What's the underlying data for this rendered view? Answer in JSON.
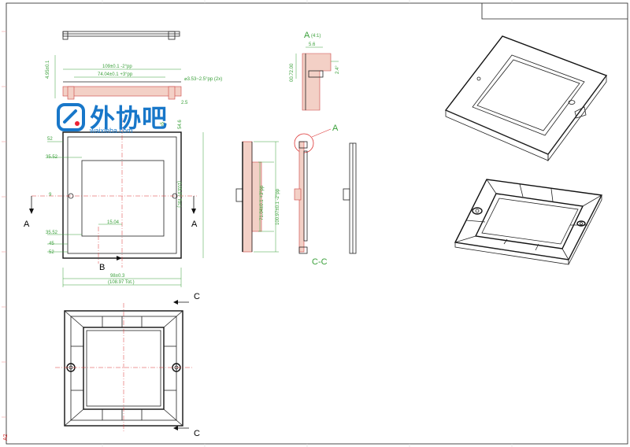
{
  "dims": {
    "top_width": "109±0.1 -2°pp",
    "top_inner": "74.04±0.1 +3°pp",
    "hole": "⌀3.53~2.5°pp (2x)",
    "height_left": "4.95±0.1",
    "small_25": "2.5",
    "d5": "⌀5",
    "d54": "54.6",
    "y52": "52",
    "y3552a": "35.52",
    "y9": "9",
    "y3552b": "35.52",
    "y45": "45",
    "y52b": "52",
    "w1604": "15.04",
    "w98": "98±0.3",
    "w10897": "(108.97 Tot.)",
    "h10897": "(103.97 Tot.)",
    "sec_7104": "71.04±0.1 +3°pp",
    "sec_1009": "100.97±0.1 -2°pp",
    "det_56": "5.6",
    "det_v1": "00.72.00",
    "det_v2": "2.4°"
  },
  "labels": {
    "detail_a": "A",
    "detail_a_scale": "(4:1)",
    "circle_a": "A",
    "section_a_left": "A",
    "section_a_right": "A",
    "section_b": "B",
    "section_cc": "C-C",
    "section_c_top": "C",
    "section_c_bottom": "C",
    "sheet_size": "A2"
  },
  "logo": {
    "chinese": "外协吧",
    "site": "waixieba.com"
  },
  "colors": {
    "dimension": "#3aa03a",
    "section_hatch": "#f3d0c6",
    "centerline": "#d33",
    "logo": "#1877c9"
  }
}
